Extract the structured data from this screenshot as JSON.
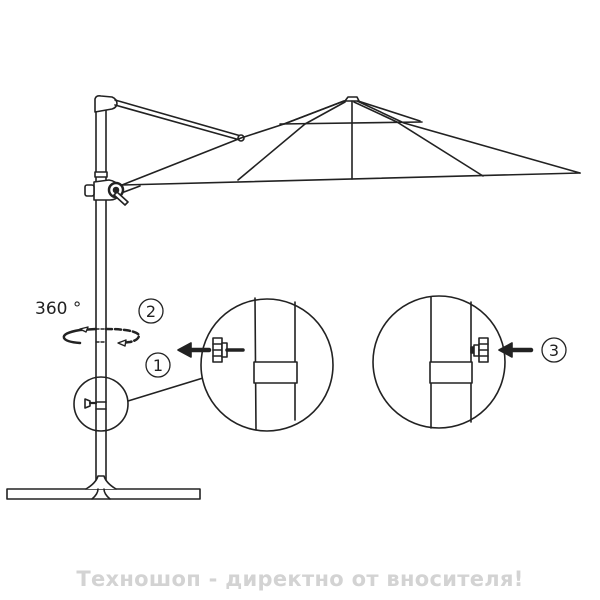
{
  "diagram": {
    "subject": "Cantilever parasol assembly instruction",
    "rotation_label": "360 °",
    "steps": [
      {
        "number": "1",
        "description": "Pull out locking knob (arrow pointing left, away from pole)"
      },
      {
        "number": "2",
        "description": "Rotate pole 360°"
      },
      {
        "number": "3",
        "description": "Push locking knob back in (arrow pointing left, toward pole)"
      }
    ],
    "colors": {
      "line": "#222222",
      "background": "#ffffff",
      "watermark": "#d3d3d3"
    }
  },
  "watermark": {
    "text": "Техношоп - директно от вносителя!"
  }
}
